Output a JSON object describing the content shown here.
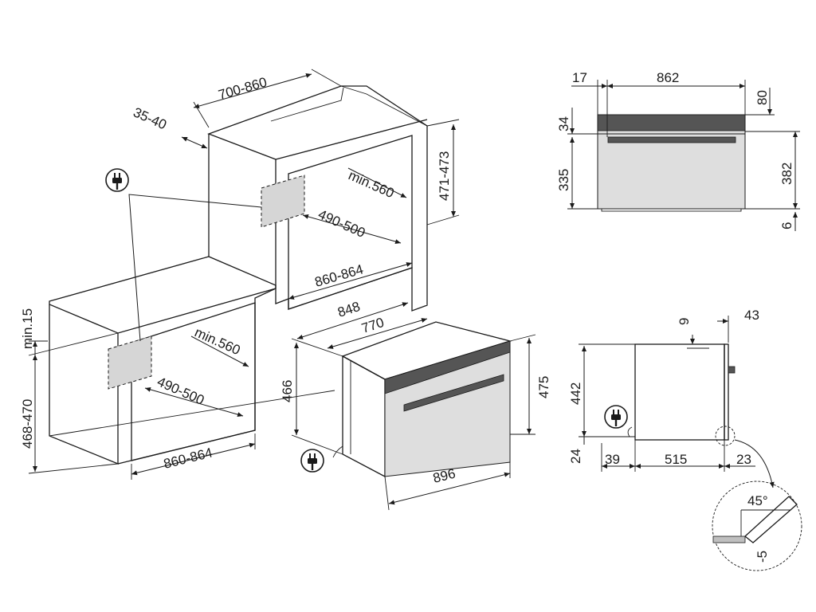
{
  "dimensions": {
    "tall_depth": "700-860",
    "tall_gap": "35-40",
    "tall_height": "471-473",
    "tall_min_depth": "min.560",
    "tall_cavity_depth": "490-500",
    "tall_width": "860-864",
    "under_min_gap": "min.15",
    "under_height": "468-470",
    "under_min_depth": "min.560",
    "under_cavity_depth": "490-500",
    "under_width": "860-864",
    "oven_depth_outer": "848",
    "oven_depth_inner": "770",
    "oven_height_side": "466",
    "oven_height_front": "475",
    "oven_width_front": "896",
    "front_left_offset": "17",
    "front_width": "862",
    "front_top_right": "80",
    "front_top_band": "34",
    "front_body_height": "335",
    "front_right_height": "382",
    "front_bottom_right": "6",
    "side_top_gap": "9",
    "side_top_right": "43",
    "side_height": "442",
    "side_bottom": "24",
    "side_left": "39",
    "side_depth": "515",
    "side_right": "23",
    "detail_angle": "45°",
    "detail_offset": "-5"
  },
  "icons": {
    "plug_top": "plug-icon",
    "plug_oven": "plug-icon",
    "plug_side": "plug-icon"
  }
}
